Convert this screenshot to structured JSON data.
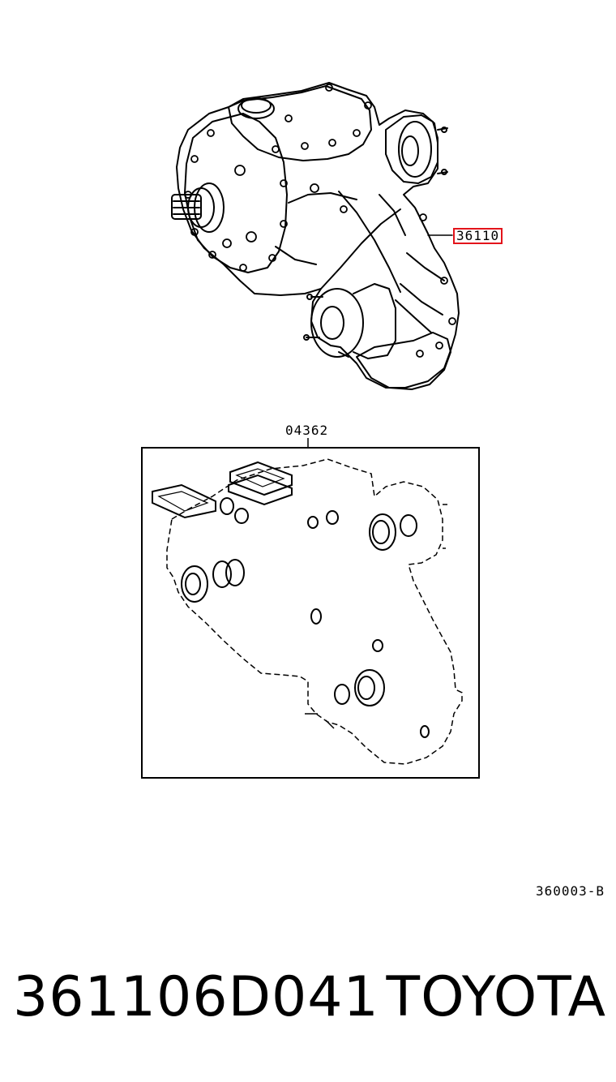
{
  "callouts": {
    "part": "36110",
    "kit": "04362"
  },
  "reference_code": "360003-B",
  "footer": {
    "part_number": "361106D041",
    "brand": "TOYOTA"
  },
  "colors": {
    "line": "#000000",
    "highlight": "#e3141b",
    "background": "#ffffff"
  }
}
